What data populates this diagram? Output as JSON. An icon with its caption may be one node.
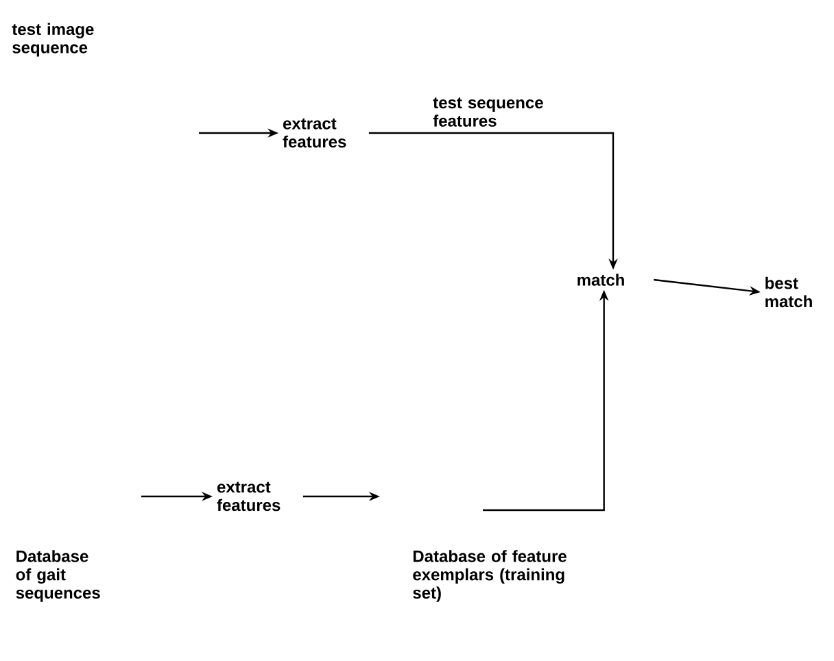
{
  "diagram": {
    "nodes": [
      {
        "text": [
          "test image sequence"
        ]
      },
      {
        "text": [
          "extract features"
        ]
      },
      {
        "text": [
          "match"
        ]
      },
      {
        "text": [
          "best match"
        ]
      },
      {
        "text": [
          "extract features"
        ]
      },
      {
        "text": [
          "Database of gait sequences"
        ]
      },
      {
        "text": [
          "Database of feature exemplars (training set)"
        ]
      }
    ],
    "edges": [
      {
        "from": null,
        "to": 1,
        "arrow": "to"
      },
      {
        "from": 1,
        "to": 2,
        "arrow": "to",
        "label": "test sequence features"
      },
      {
        "from": 2,
        "to": 3,
        "arrow": "to"
      },
      {
        "from": null,
        "to": 4,
        "arrow": "to"
      },
      {
        "from": 4,
        "to": null,
        "arrow": "to"
      },
      {
        "from": null,
        "to": 2,
        "arrow": "to"
      }
    ]
  }
}
